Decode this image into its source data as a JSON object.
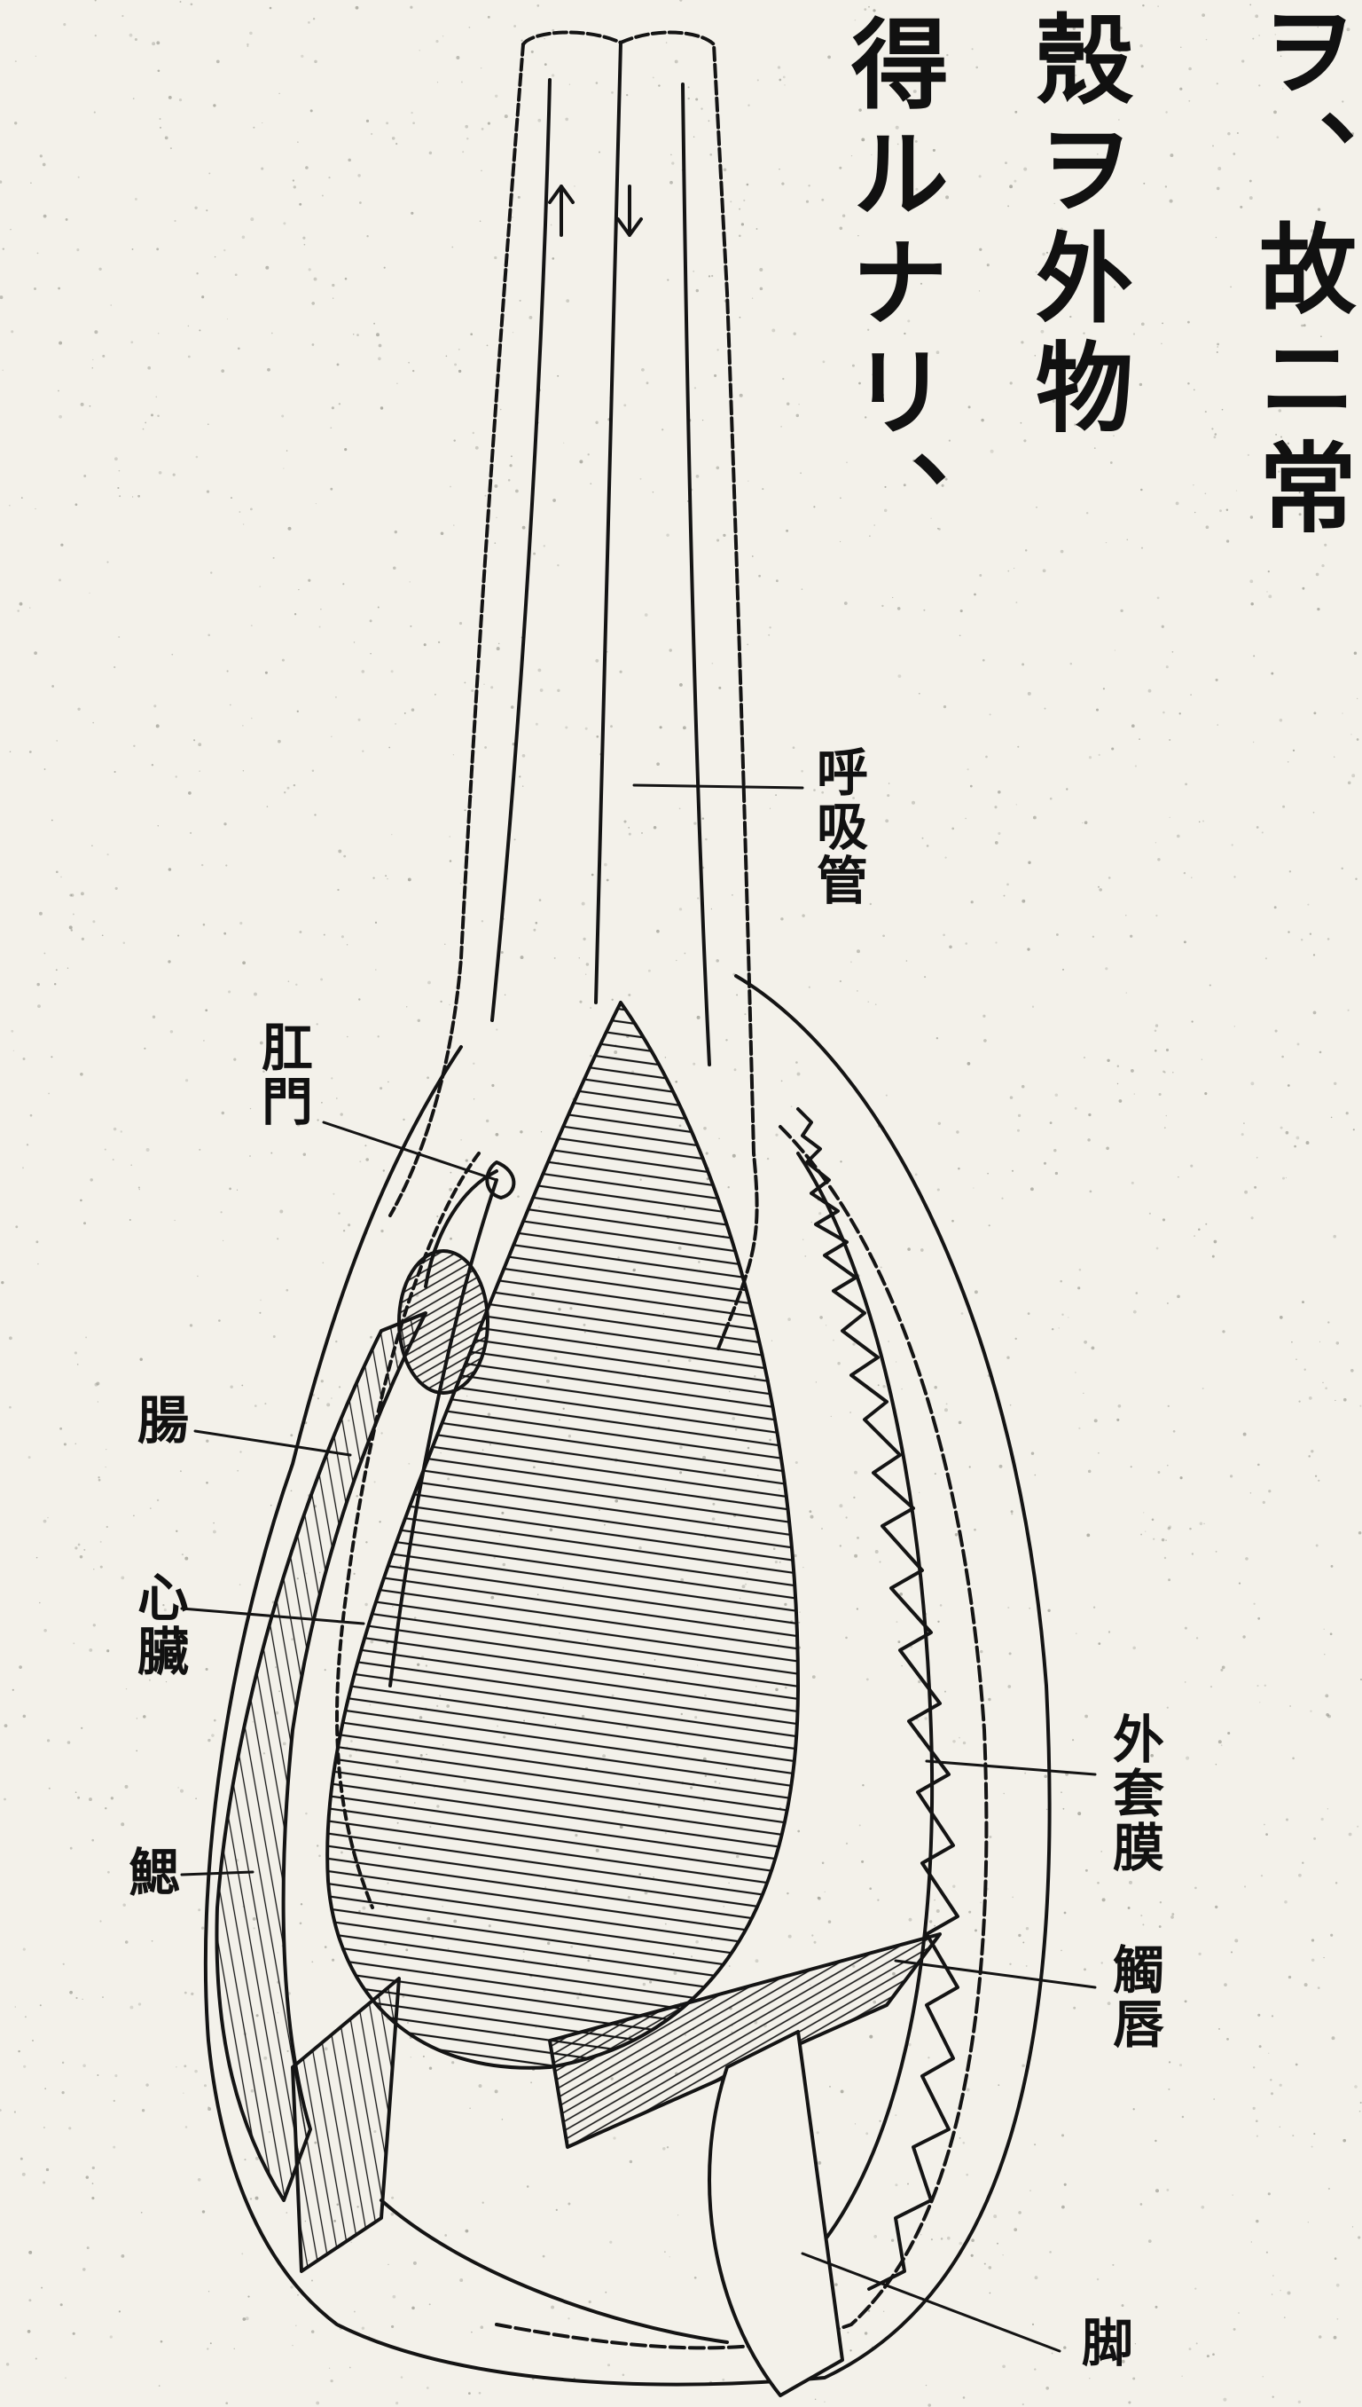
{
  "header_text": {
    "col1": "ヲ、故ニ常",
    "col2": "殼ヲ外物",
    "col3": "得ルナリ、"
  },
  "labels": {
    "siphon": "呼吸管",
    "anus": "肛門",
    "intestine": "腸",
    "heart": "心臟",
    "gill": "鰓",
    "mantle": "外套膜",
    "palp": "觸唇",
    "foot": "脚"
  },
  "colors": {
    "background": "#f3f1ea",
    "ink": "#141414"
  }
}
